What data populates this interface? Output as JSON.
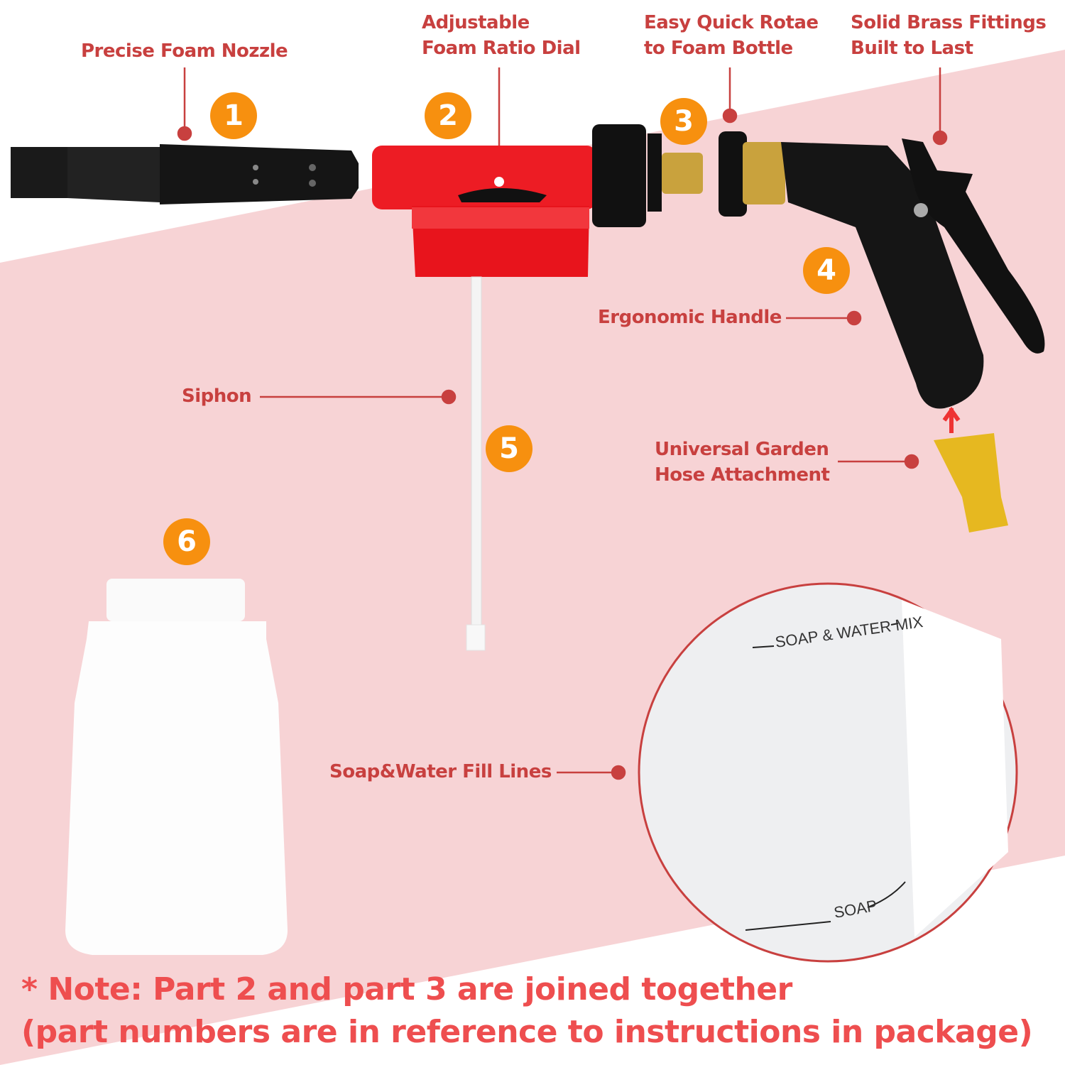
{
  "colors": {
    "background_pink": "#f7d3d5",
    "label_red": "#c8403f",
    "badge_orange": "#f7900f",
    "note_red": "#ee4e4f"
  },
  "callouts": [
    {
      "number": "1",
      "label": "Precise Foam Nozzle"
    },
    {
      "number": "2",
      "label_line1": "Adjustable",
      "label_line2": "Foam Ratio Dial"
    },
    {
      "number": "3",
      "label_line1": "Easy Quick Rotae",
      "label_line2": "to Foam Bottle"
    },
    {
      "label_line1": "Solid Brass Fittings",
      "label_line2": "Built to Last"
    },
    {
      "number": "4",
      "label": "Ergonomic Handle"
    },
    {
      "number": "5",
      "label": "Siphon"
    },
    {
      "label_line1": "Universal Garden",
      "label_line2": "Hose Attachment"
    },
    {
      "number": "6",
      "label": "Soap&Water Fill Lines"
    }
  ],
  "detail_view": {
    "upper_mark": "SOAP & WATER MIX",
    "lower_mark": "SOAP"
  },
  "note": {
    "line1": "* Note: Part 2 and part 3 are joined together",
    "line2": "(part numbers are in reference to instructions in package)"
  }
}
